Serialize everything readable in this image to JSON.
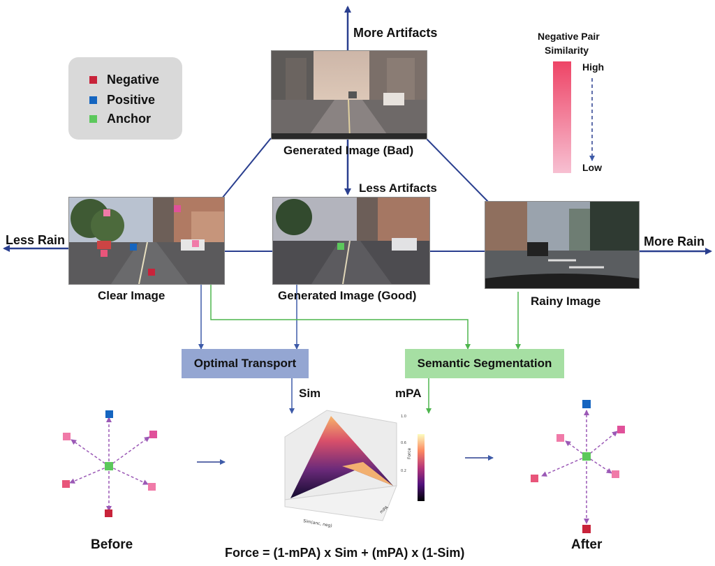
{
  "colors": {
    "negative": "#c8233a",
    "positive": "#1565c0",
    "anchor": "#5cc85c",
    "negative_light": "#f07aa8",
    "blue_line": "#2a3f8f",
    "green_line": "#4db54d",
    "dashed_arrow": "#9b59b6",
    "ot_box": "#94a6d2",
    "seg_box": "#a6dfa3",
    "legend_bg": "#d9d9d9"
  },
  "legend": {
    "items": [
      {
        "label": "Negative",
        "color": "#c8233a"
      },
      {
        "label": "Positive",
        "color": "#1565c0"
      },
      {
        "label": "Anchor",
        "color": "#5cc85c"
      }
    ]
  },
  "axes": {
    "more_artifacts": "More Artifacts",
    "less_artifacts": "Less Artifacts",
    "less_rain": "Less Rain",
    "more_rain": "More Rain"
  },
  "images": {
    "bad": "Generated Image (Bad)",
    "clear": "Clear Image",
    "good": "Generated Image (Good)",
    "rainy": "Rainy Image"
  },
  "similarity_scale": {
    "title_line1": "Negative Pair",
    "title_line2": "Similarity",
    "high": "High",
    "low": "Low"
  },
  "process": {
    "optimal_transport": "Optimal Transport",
    "semantic_segmentation": "Semantic Segmentation",
    "sim": "Sim",
    "mpa": "mPA"
  },
  "plot": {
    "z_label": "Force",
    "x_label": "Sim(anc, neg)",
    "y_label": "mPA"
  },
  "clusters": {
    "before": "Before",
    "after": "After"
  },
  "formula": "Force = (1-mPA) x Sim + (mPA) x (1-Sim)"
}
